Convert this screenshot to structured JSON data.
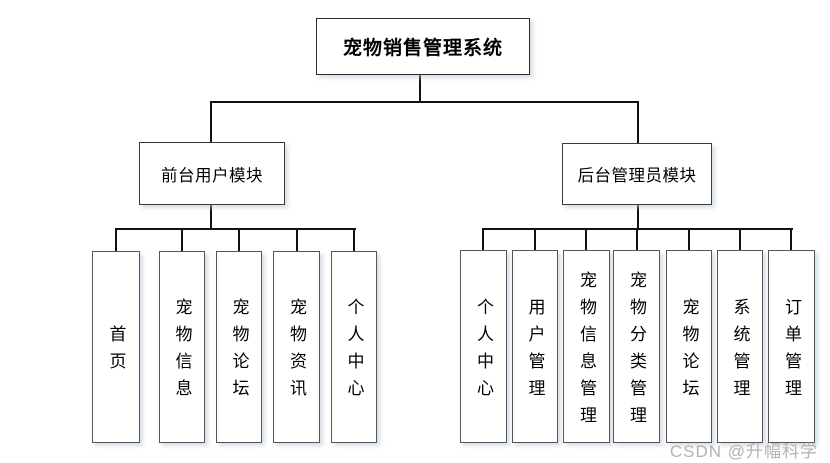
{
  "diagram": {
    "root": {
      "label": "宠物销售管理系统"
    },
    "modules": [
      {
        "label": "前台用户模块",
        "children": [
          "首页",
          "宠物信息",
          "宠物论坛",
          "宠物资讯",
          "个人中心"
        ]
      },
      {
        "label": "后台管理员模块",
        "children": [
          "个人中心",
          "用户管理",
          "宠物信息管理",
          "宠物分类管理",
          "宠物论坛",
          "系统管理",
          "订单管理"
        ]
      }
    ]
  },
  "watermark": {
    "text": "CSDN @升幅科学"
  },
  "colors": {
    "connector": "#121212",
    "node_border": "#3a3a3a",
    "leaf_border": "#555555",
    "node_fill": "#ffffff",
    "text": "#000000",
    "watermark_text": "#b3b3b3",
    "shadow": "rgba(183,196,214,0.55)"
  }
}
